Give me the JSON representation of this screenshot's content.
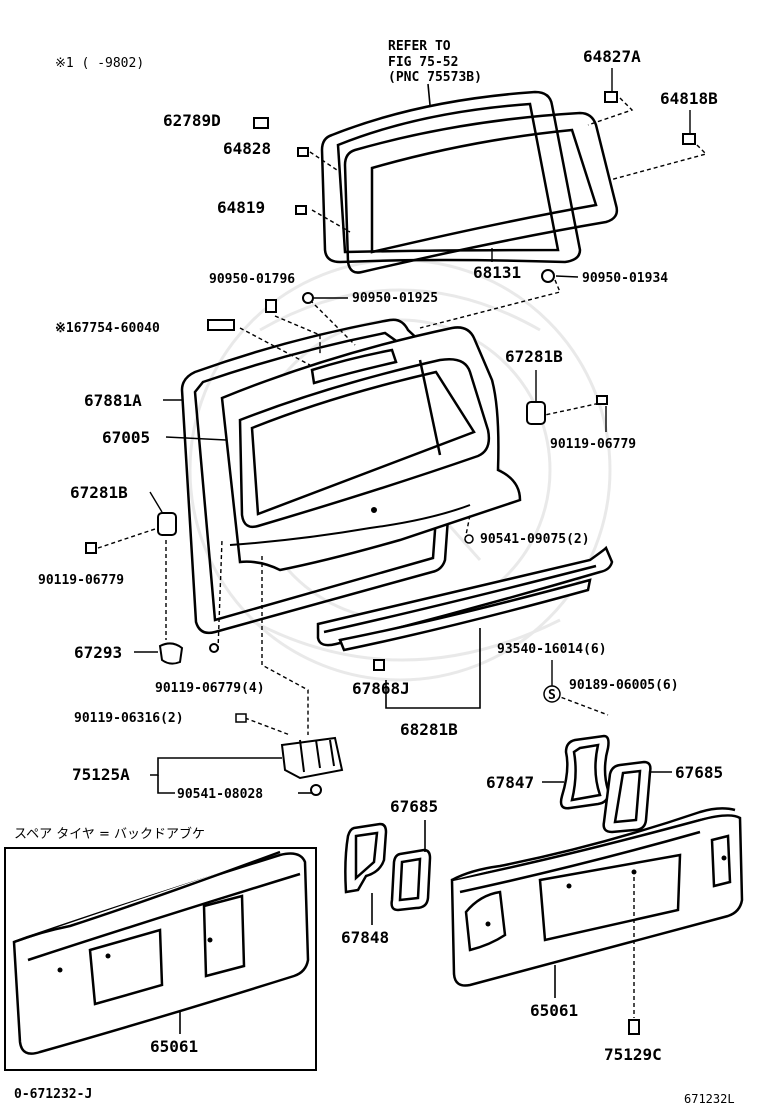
{
  "header": {
    "note_prefix": "※1 ( -9802)",
    "refer_line1": "REFER TO",
    "refer_line2": "FIG 75-52",
    "refer_line3": "(PNC 75573B)"
  },
  "parts": {
    "p64827A": "64827A",
    "p64818B": "64818B",
    "p62789D": "62789D",
    "p64828": "64828",
    "p64819": "64819",
    "p68131": "68131",
    "p90950_01934": "90950-01934",
    "p90950_01796": "90950-01796",
    "p90950_01925": "90950-01925",
    "p67754": "※167754-60040",
    "p67281B_r": "67281B",
    "p67881A": "67881A",
    "p67005": "67005",
    "p90119_06779_r": "90119-06779",
    "p67281B_l": "67281B",
    "p90541_09075": "90541-09075(2)",
    "p90119_06779_l": "90119-06779",
    "p67293": "67293",
    "p93540": "93540-16014(6)",
    "p90119_06779_4": "90119-06779(4)",
    "p67868J": "67868J",
    "p90189": "90189-06005(6)",
    "p90119_06316": "90119-06316(2)",
    "p68281B": "68281B",
    "p75125A": "75125A",
    "p90541_08028": "90541-08028",
    "p67847": "67847",
    "p67685_r": "67685",
    "p67685_m": "67685",
    "p67848": "67848",
    "p65061_l": "65061",
    "p65061_r": "65061",
    "p75129C": "75129C"
  },
  "inset": {
    "caption": "スペア タイヤ = バックドアブケ"
  },
  "footer": {
    "left_code": "0-671232-J",
    "right_code": "671232L"
  },
  "symbols": {
    "s_marker": "S"
  }
}
